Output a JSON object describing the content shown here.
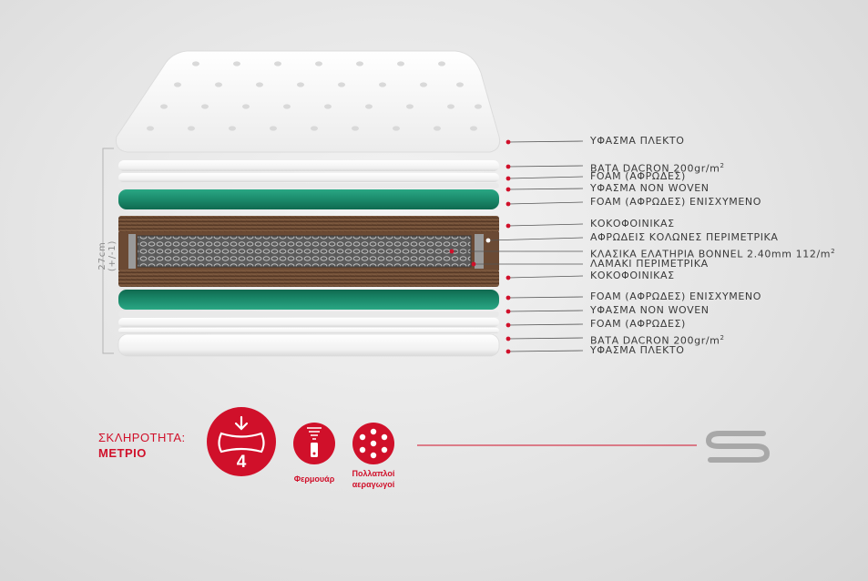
{
  "layers": [
    {
      "label": "ΥΦΑΣΜΑ ΠΛΕΚΤΟ"
    },
    {
      "label": "ΒΑΤΑ DACRON 200gr/m",
      "sup": "2"
    },
    {
      "label": "FOAM (ΑΦΡΩΔΕΣ)"
    },
    {
      "label": "ΥΦΑΣΜΑ NON WOVEN"
    },
    {
      "label": "FOAM (ΑΦΡΩΔΕΣ) ΕΝΙΣΧΥΜΕΝΟ"
    },
    {
      "label": "ΚΟΚΟΦΟΙΝΙΚΑΣ"
    },
    {
      "label": "ΑΦΡΩΔΕΙΣ ΚΟΛΩΝΕΣ ΠΕΡΙΜΕΤΡΙΚΑ"
    },
    {
      "label": "ΚΛΑΣΙΚΑ ΕΛΑΤΗΡΙΑ BONNEL 2.40mm 112/m",
      "sup": "2"
    },
    {
      "label": "ΛΑΜΑΚΙ ΠΕΡΙΜΕΤΡΙΚΑ"
    },
    {
      "label": "ΚΟΚΟΦΟΙΝΙΚΑΣ"
    },
    {
      "label": "FOAM (ΑΦΡΩΔΕΣ) ΕΝΙΣΧΥΜΕΝΟ"
    },
    {
      "label": "ΥΦΑΣΜΑ NON WOVEN"
    },
    {
      "label": "FOAM (ΑΦΡΩΔΕΣ)"
    },
    {
      "label": "ΒΑΤΑ DACRON 200gr/m",
      "sup": "2"
    },
    {
      "label": "ΥΦΑΣΜΑ ΠΛΕΚΤΟ"
    }
  ],
  "height_label": "27cm (+/-1)",
  "firmness": {
    "title": "ΣΚΛΗΡΟΤΗΤΑ:",
    "value": "ΜΕΤΡΙΟ",
    "level": "4"
  },
  "features": [
    {
      "label": "Φερμουάρ",
      "icon": "zipper-icon"
    },
    {
      "label_line1": "Πολλαπλοί",
      "label_line2": "αεραγωγοί",
      "icon": "air-vents-icon"
    }
  ],
  "colors": {
    "accent": "#d0102a",
    "foam_green": "#1b8a6b",
    "coconut_brown": "#6b4a34",
    "label_text": "#3a3a3a"
  }
}
